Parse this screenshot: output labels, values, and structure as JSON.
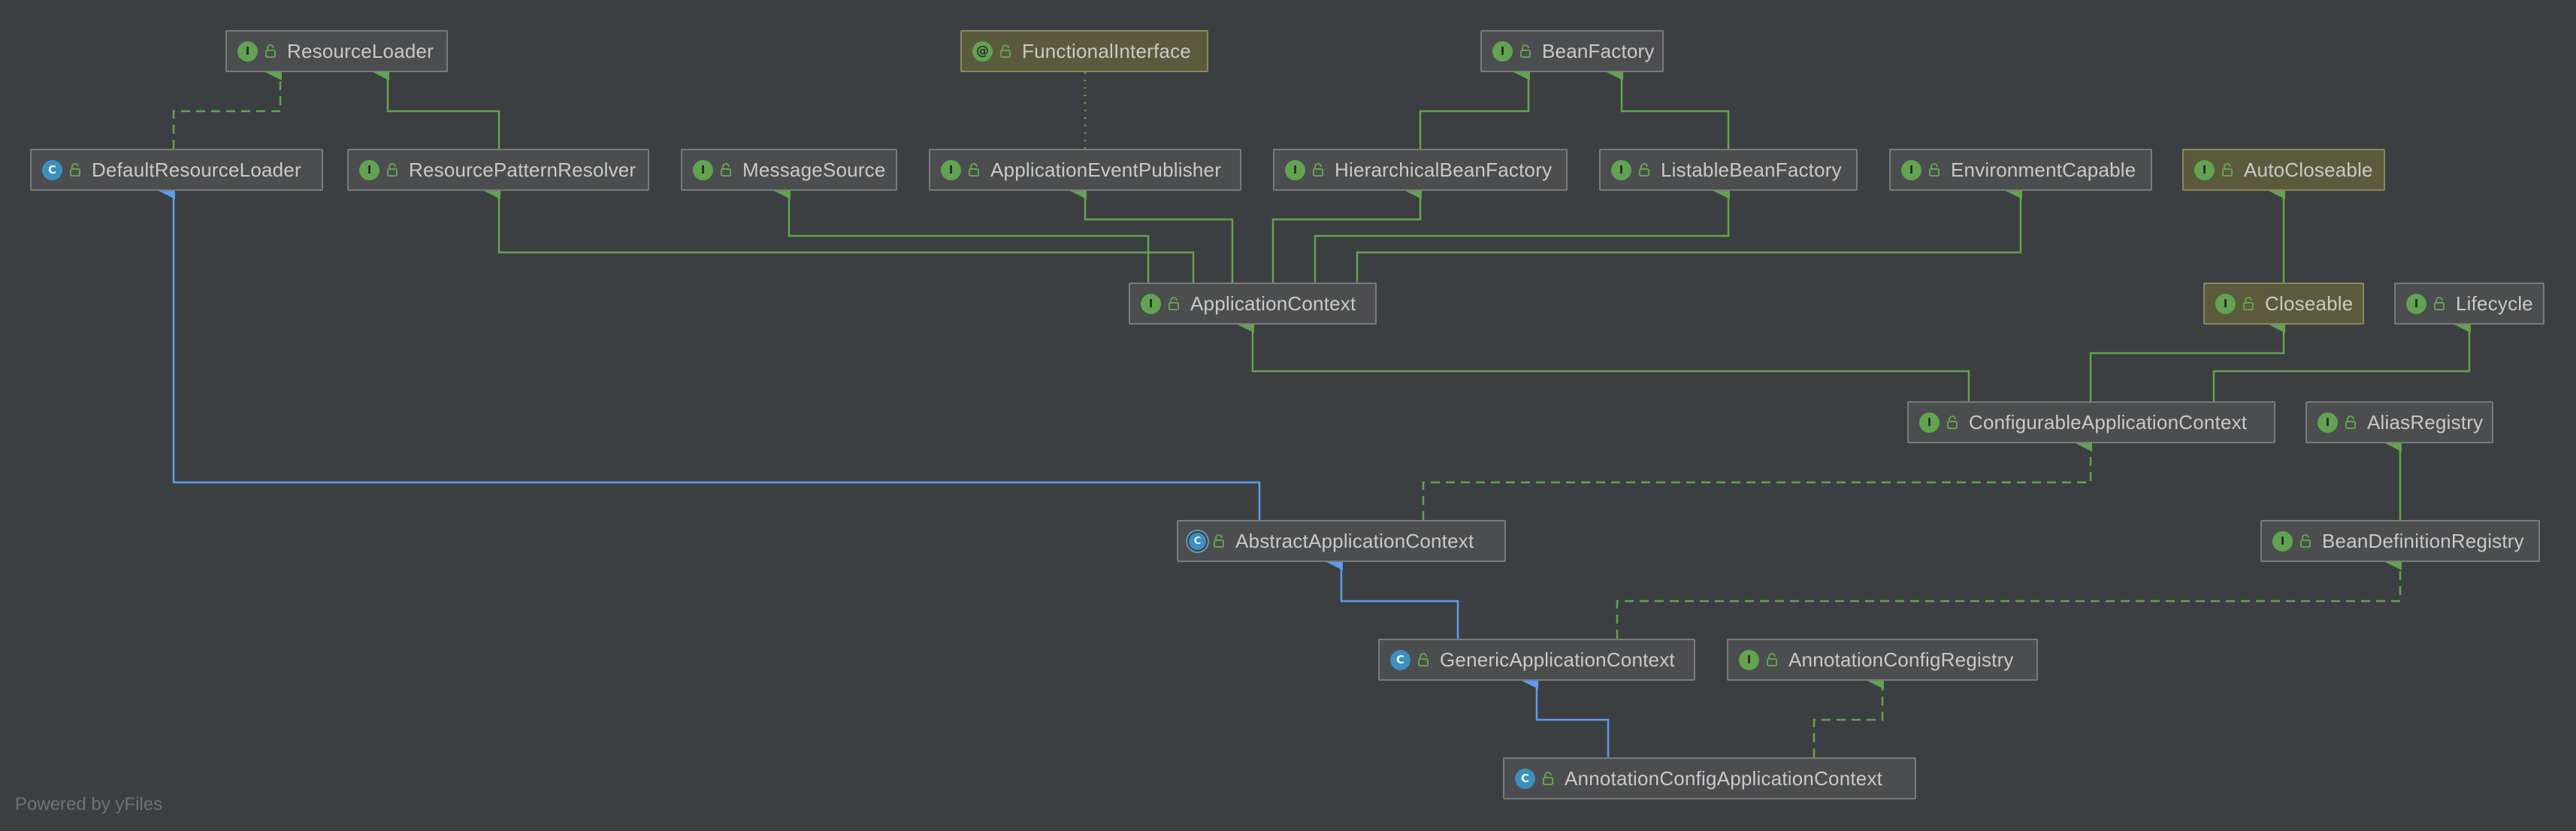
{
  "nodes": [
    {
      "id": "ResourceLoader",
      "label": "ResourceLoader",
      "kind": "interface"
    },
    {
      "id": "FunctionalInterface",
      "label": "FunctionalInterface",
      "kind": "annotation"
    },
    {
      "id": "BeanFactory",
      "label": "BeanFactory",
      "kind": "interface"
    },
    {
      "id": "DefaultResourceLoader",
      "label": "DefaultResourceLoader",
      "kind": "class"
    },
    {
      "id": "ResourcePatternResolver",
      "label": "ResourcePatternResolver",
      "kind": "interface"
    },
    {
      "id": "MessageSource",
      "label": "MessageSource",
      "kind": "interface"
    },
    {
      "id": "ApplicationEventPublisher",
      "label": "ApplicationEventPublisher",
      "kind": "interface"
    },
    {
      "id": "HierarchicalBeanFactory",
      "label": "HierarchicalBeanFactory",
      "kind": "interface"
    },
    {
      "id": "ListableBeanFactory",
      "label": "ListableBeanFactory",
      "kind": "interface"
    },
    {
      "id": "EnvironmentCapable",
      "label": "EnvironmentCapable",
      "kind": "interface"
    },
    {
      "id": "AutoCloseable",
      "label": "AutoCloseable",
      "kind": "interface-jdk"
    },
    {
      "id": "ApplicationContext",
      "label": "ApplicationContext",
      "kind": "interface"
    },
    {
      "id": "Closeable",
      "label": "Closeable",
      "kind": "interface-jdk"
    },
    {
      "id": "Lifecycle",
      "label": "Lifecycle",
      "kind": "interface"
    },
    {
      "id": "ConfigurableApplicationContext",
      "label": "ConfigurableApplicationContext",
      "kind": "interface"
    },
    {
      "id": "AliasRegistry",
      "label": "AliasRegistry",
      "kind": "interface"
    },
    {
      "id": "AbstractApplicationContext",
      "label": "AbstractApplicationContext",
      "kind": "abstract-class"
    },
    {
      "id": "BeanDefinitionRegistry",
      "label": "BeanDefinitionRegistry",
      "kind": "interface"
    },
    {
      "id": "GenericApplicationContext",
      "label": "GenericApplicationContext",
      "kind": "class"
    },
    {
      "id": "AnnotationConfigRegistry",
      "label": "AnnotationConfigRegistry",
      "kind": "interface"
    },
    {
      "id": "AnnotationConfigApplicationContext",
      "label": "AnnotationConfigApplicationContext",
      "kind": "class"
    }
  ],
  "edges": [
    {
      "from": "DefaultResourceLoader",
      "to": "ResourceLoader",
      "type": "implements"
    },
    {
      "from": "ResourcePatternResolver",
      "to": "ResourceLoader",
      "type": "extends-interface"
    },
    {
      "from": "ApplicationEventPublisher",
      "to": "FunctionalInterface",
      "type": "annotated"
    },
    {
      "from": "HierarchicalBeanFactory",
      "to": "BeanFactory",
      "type": "extends-interface"
    },
    {
      "from": "ListableBeanFactory",
      "to": "BeanFactory",
      "type": "extends-interface"
    },
    {
      "from": "ApplicationContext",
      "to": "ResourcePatternResolver",
      "type": "extends-interface"
    },
    {
      "from": "ApplicationContext",
      "to": "MessageSource",
      "type": "extends-interface"
    },
    {
      "from": "ApplicationContext",
      "to": "ApplicationEventPublisher",
      "type": "extends-interface"
    },
    {
      "from": "ApplicationContext",
      "to": "HierarchicalBeanFactory",
      "type": "extends-interface"
    },
    {
      "from": "ApplicationContext",
      "to": "ListableBeanFactory",
      "type": "extends-interface"
    },
    {
      "from": "ApplicationContext",
      "to": "EnvironmentCapable",
      "type": "extends-interface"
    },
    {
      "from": "Closeable",
      "to": "AutoCloseable",
      "type": "extends-interface"
    },
    {
      "from": "ConfigurableApplicationContext",
      "to": "ApplicationContext",
      "type": "extends-interface"
    },
    {
      "from": "ConfigurableApplicationContext",
      "to": "Closeable",
      "type": "extends-interface"
    },
    {
      "from": "ConfigurableApplicationContext",
      "to": "Lifecycle",
      "type": "extends-interface"
    },
    {
      "from": "BeanDefinitionRegistry",
      "to": "AliasRegistry",
      "type": "extends-interface"
    },
    {
      "from": "AbstractApplicationContext",
      "to": "DefaultResourceLoader",
      "type": "extends-class"
    },
    {
      "from": "AbstractApplicationContext",
      "to": "ConfigurableApplicationContext",
      "type": "implements"
    },
    {
      "from": "GenericApplicationContext",
      "to": "AbstractApplicationContext",
      "type": "extends-class"
    },
    {
      "from": "GenericApplicationContext",
      "to": "BeanDefinitionRegistry",
      "type": "implements"
    },
    {
      "from": "AnnotationConfigApplicationContext",
      "to": "GenericApplicationContext",
      "type": "extends-class"
    },
    {
      "from": "AnnotationConfigApplicationContext",
      "to": "AnnotationConfigRegistry",
      "type": "implements"
    }
  ],
  "legend": {
    "badges": {
      "interface": "I",
      "class": "C",
      "abstract-class": "C",
      "annotation": "@",
      "interface-jdk": "I"
    }
  },
  "colors": {
    "background": "#3c3f41",
    "extends_interface": "#62a351",
    "extends_class": "#5b9bf0",
    "implements": "#62a351",
    "annotated": "#62a351"
  },
  "watermark": "Powered by yFiles"
}
